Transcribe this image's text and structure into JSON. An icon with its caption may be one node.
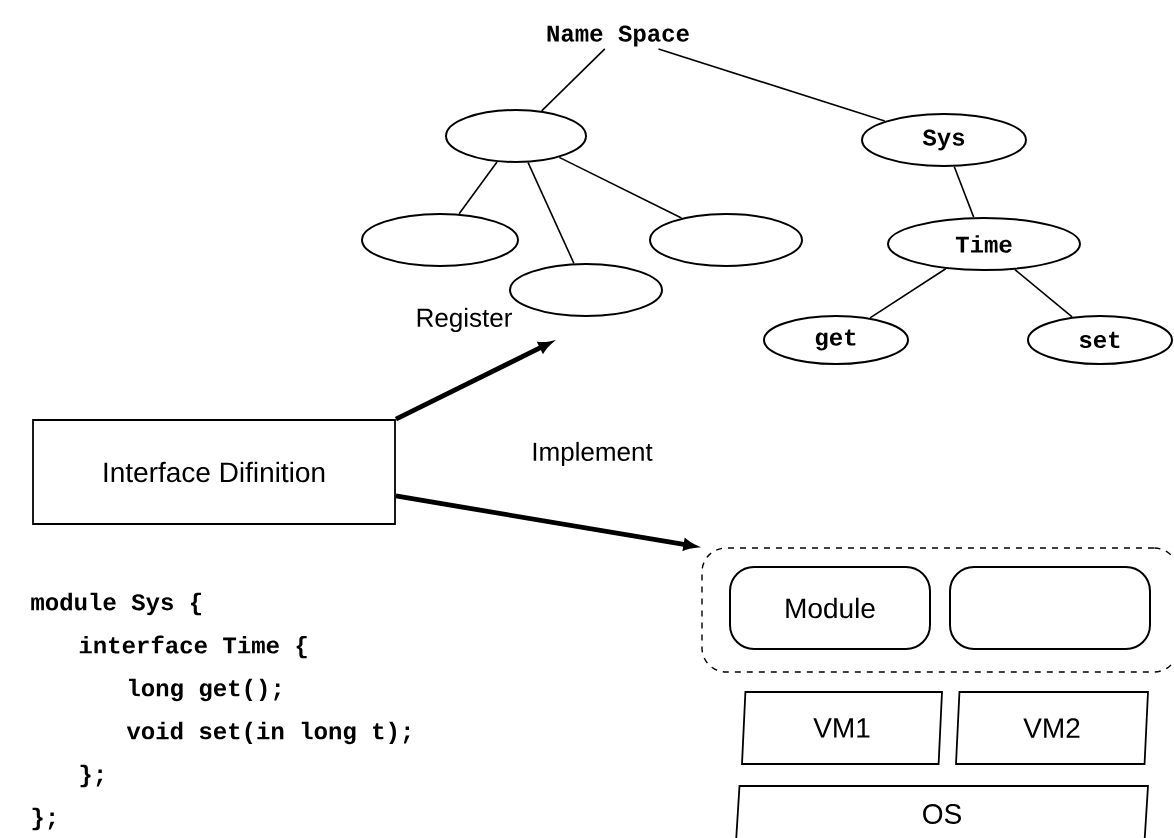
{
  "diagram": {
    "nodes": [
      {
        "text": [
          "Name Space"
        ]
      },
      {
        "text": [],
        "shape": "ellipse"
      },
      {
        "text": [
          "Sys"
        ]
      },
      {
        "text": [],
        "shape": "ellipse"
      },
      {
        "text": [],
        "shape": "ellipse"
      },
      {
        "text": [],
        "shape": "ellipse"
      },
      {
        "text": [
          "Time"
        ]
      },
      {
        "text": [
          "get"
        ]
      },
      {
        "text": [
          "set"
        ]
      },
      {
        "text": [
          "Interface Difinition"
        ]
      },
      {
        "text": [],
        "shape": "box"
      },
      {
        "text": [
          "Module"
        ],
        "in": 10
      },
      {
        "text": [],
        "shape": "box",
        "in": 10
      },
      {
        "text": [
          "VM1"
        ]
      },
      {
        "text": [
          "VM2"
        ]
      },
      {
        "text": [
          "OS"
        ]
      }
    ],
    "edges": [
      {
        "from": 0,
        "to": 1,
        "arrow": "none"
      },
      {
        "from": 0,
        "to": 2,
        "arrow": "none"
      },
      {
        "from": 1,
        "to": 3,
        "arrow": "none"
      },
      {
        "from": 1,
        "to": 4,
        "arrow": "none"
      },
      {
        "from": 1,
        "to": 5,
        "arrow": "none"
      },
      {
        "from": 2,
        "to": 6,
        "arrow": "none"
      },
      {
        "from": 6,
        "to": 7,
        "arrow": "none"
      },
      {
        "from": 6,
        "to": 8,
        "arrow": "none"
      },
      {
        "from": 9,
        "to": null,
        "arrow": "to",
        "label": "Register",
        "style": "thick"
      },
      {
        "from": 9,
        "to": 10,
        "arrow": "to",
        "label": "Implement",
        "style": "thick"
      }
    ],
    "labels": [
      "module Sys {",
      "interface Time {",
      "long get();",
      "void set(in long t);",
      "};",
      "};"
    ]
  }
}
